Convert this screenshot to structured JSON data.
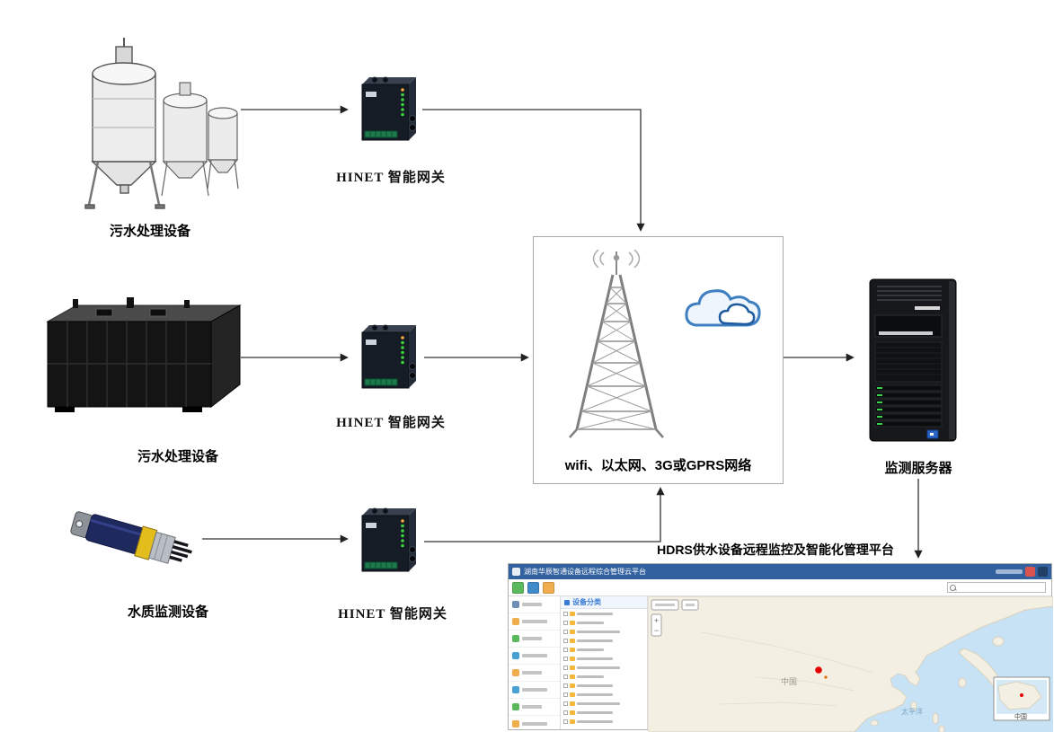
{
  "nodes": {
    "sewage1": {
      "label": "污水处理设备"
    },
    "sewage2": {
      "label": "污水处理设备"
    },
    "sensor": {
      "label": "水质监测设备"
    },
    "gateway1": {
      "label": "HINET 智能网关"
    },
    "gateway2": {
      "label": "HINET 智能网关"
    },
    "gateway3": {
      "label": "HINET 智能网关"
    },
    "network": {
      "label": "wifi、以太网、3G或GPRS网络"
    },
    "server": {
      "label": "监测服务器"
    },
    "platform": {
      "label": "HDRS供水设备远程监控及智能化管理平台"
    }
  },
  "dashboard": {
    "title": "湖南华辰智通设备远程综合管理云平台",
    "tree_header": "设备分类",
    "map": {
      "country_label": "中国",
      "ocean_label": "太平洋",
      "inset_label": "中国",
      "zoom_in": "+",
      "zoom_out": "−"
    }
  },
  "colors": {
    "header_blue": "#31619f",
    "toolbar_green": "#5cb85c",
    "toolbar_blue": "#428bca",
    "toolbar_yellow": "#f0ad4e",
    "led_green": "#3ad23a",
    "marker_red": "#e50000",
    "cloud_blue": "#3f7fc1",
    "sea_blue": "#c6e2f4",
    "land_beige": "#f3efe2"
  }
}
